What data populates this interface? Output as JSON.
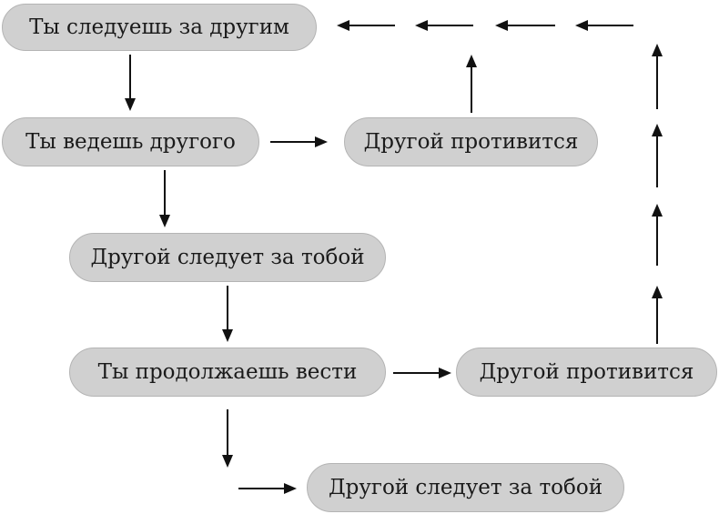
{
  "nodes": {
    "follow_other": "Ты следуешь за другим",
    "lead_other": "Ты ведешь другого",
    "other_resists_1": "Другой противится",
    "other_follows_1": "Другой следует за тобой",
    "keep_leading": "Ты продолжаешь вести",
    "other_resists_2": "Другой противится",
    "other_follows_2": "Другой следует за тобой"
  }
}
